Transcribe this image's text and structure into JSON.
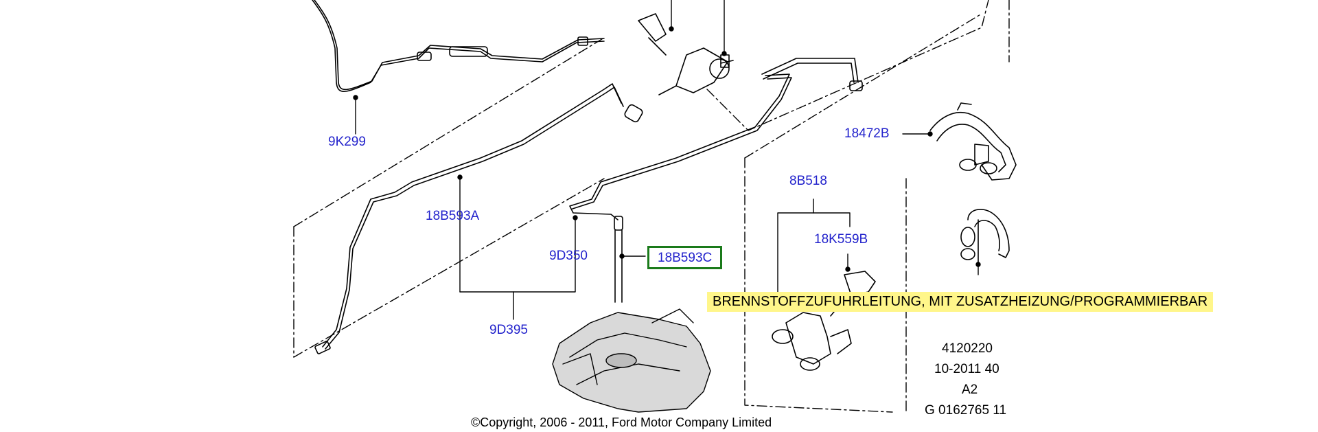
{
  "parts": [
    {
      "id": "9K299",
      "label": "9K299"
    },
    {
      "id": "18B593A",
      "label": "18B593A"
    },
    {
      "id": "9D350",
      "label": "9D350"
    },
    {
      "id": "18B593C",
      "label": "18B593C",
      "highlighted": true
    },
    {
      "id": "9D395",
      "label": "9D395"
    },
    {
      "id": "18472B",
      "label": "18472B"
    },
    {
      "id": "8B518",
      "label": "8B518"
    },
    {
      "id": "18K559B",
      "label": "18K559B"
    }
  ],
  "tooltip": {
    "text": "BRENNSTOFFZUFUHRLEITUNG, MIT ZUSATZHEIZUNG/PROGRAMMIERBAR"
  },
  "meta": {
    "line1": "4120220",
    "line2": "10-2011 40",
    "line3": "A2",
    "line4": "G 0162765 11"
  },
  "copyright": "©Copyright, 2006 - 2011, Ford Motor Company Limited",
  "colors": {
    "callout": "#2222cc",
    "highlight_border": "#1a7a1a",
    "tooltip_bg": "#fff68a",
    "line": "#000000"
  }
}
